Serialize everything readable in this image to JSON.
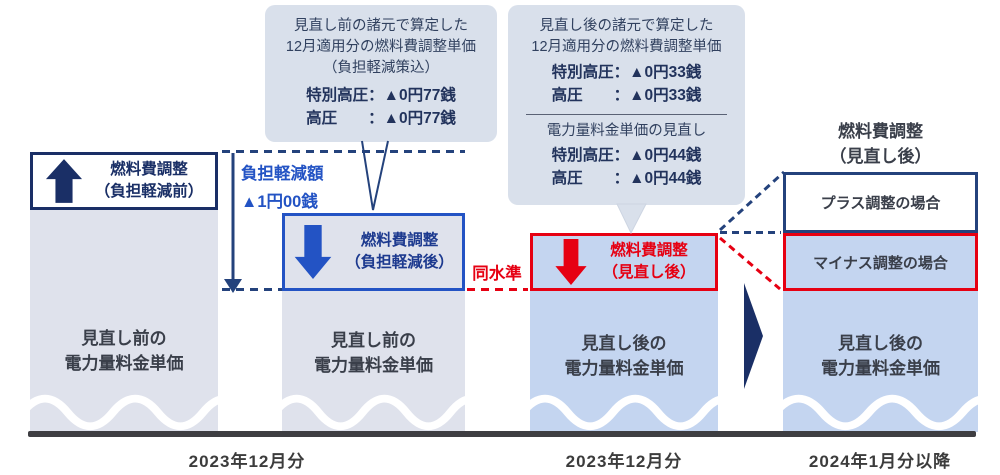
{
  "callout_before": {
    "title_lines": [
      "見直し前の諸元で算定した",
      "12月適用分の燃料費調整単価",
      "（負担軽減策込）"
    ],
    "value_lines": [
      "特別高圧：▲0円77銭",
      "高圧　　：▲0円77銭"
    ]
  },
  "callout_after": {
    "title_lines": [
      "見直し後の諸元で算定した",
      "12月適用分の燃料費調整単価"
    ],
    "fuel_value_lines": [
      "特別高圧：▲0円33銭",
      "高圧　　：▲0円33銭"
    ],
    "subtitle": "電力量料金単価の見直し",
    "energy_value_lines": [
      "特別高圧：▲0円44銭",
      "高圧　　：▲0円44銭"
    ]
  },
  "reduction_note": {
    "lines": [
      "負担軽減額",
      "▲1円00銭"
    ]
  },
  "same_level_note": "同水準",
  "bar1": {
    "box_lines": [
      "燃料費調整",
      "（負担軽減前）"
    ],
    "body_lines": [
      "見直し前の",
      "電力量料金単価"
    ]
  },
  "bar2": {
    "box_lines": [
      "燃料費調整",
      "（負担軽減後）"
    ],
    "body_lines": [
      "見直し前の",
      "電力量料金単価"
    ]
  },
  "bar3": {
    "box_lines": [
      "燃料費調整",
      "（見直し後）"
    ],
    "body_lines": [
      "見直し後の",
      "電力量料金単価"
    ]
  },
  "bar4": {
    "label_lines": [
      "燃料費調整",
      "（見直し後）"
    ],
    "plus_label": "プラス調整の場合",
    "minus_label": "マイナス調整の場合",
    "body_lines": [
      "見直し後の",
      "電力量料金単価"
    ]
  },
  "footers": [
    "2023年12月分",
    "2023年12月分",
    "2024年1月分以降"
  ],
  "colors": {
    "navy": "#1a2f66",
    "blue": "#2353c4",
    "red": "#e60012",
    "bar_before_fill": "#dfe2ec",
    "bar_after_fill": "#c4d5f0",
    "callout_fill": "#d9e0eb",
    "text_dark": "#3a3f4a"
  }
}
